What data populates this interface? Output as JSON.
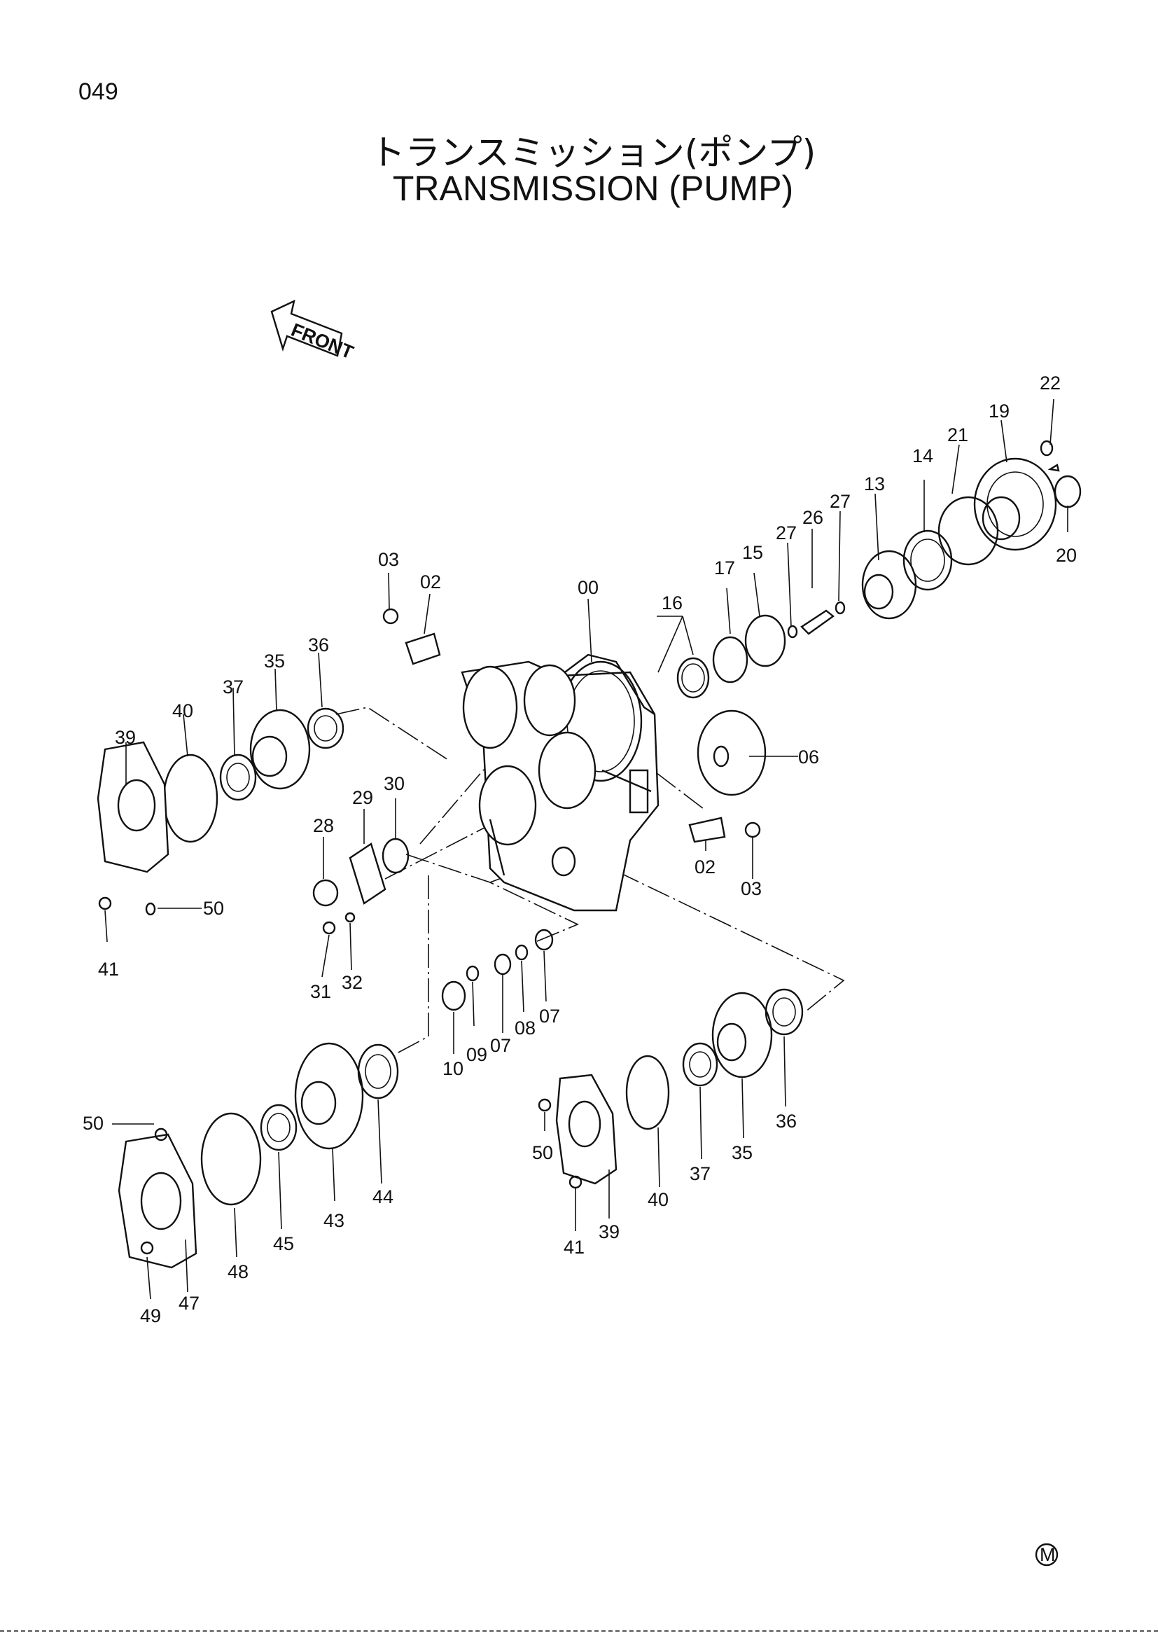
{
  "page_number": "049",
  "title_jp": "トランスミッション(ポンプ)",
  "title_en": "TRANSMISSION (PUMP)",
  "front_label": "FRONT",
  "mark": "M",
  "labels": [
    "22",
    "19",
    "21",
    "14",
    "13",
    "27",
    "26",
    "27",
    "20",
    "03",
    "02",
    "00",
    "16",
    "17",
    "15",
    "36",
    "35",
    "37",
    "40",
    "39",
    "06",
    "30",
    "29",
    "28",
    "02",
    "03",
    "50",
    "41",
    "31",
    "32",
    "10",
    "09",
    "07",
    "08",
    "07",
    "50",
    "44",
    "45",
    "43",
    "48",
    "47",
    "49",
    "36",
    "35",
    "37",
    "40",
    "50",
    "39",
    "41"
  ]
}
